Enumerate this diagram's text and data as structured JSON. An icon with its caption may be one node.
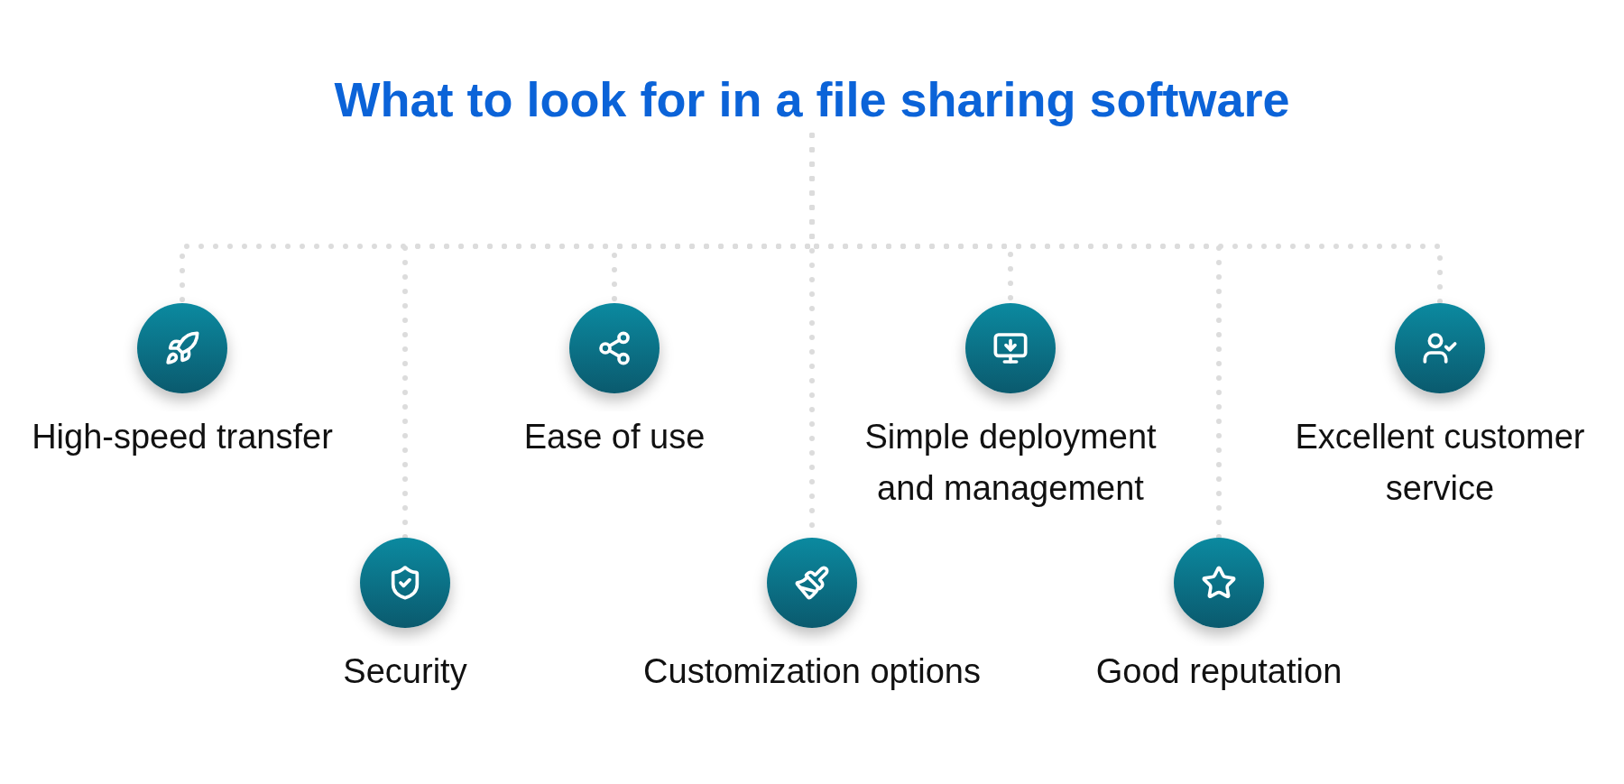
{
  "diagram": {
    "nodes": [
      {
        "text": [
          "What to look for in a file sharing software"
        ]
      },
      {
        "text": [
          "High-speed transfer"
        ]
      },
      {
        "text": [
          "Security"
        ]
      },
      {
        "text": [
          "Ease of use"
        ]
      },
      {
        "text": [
          "Customization options"
        ]
      },
      {
        "text": [
          "Simple deployment and management"
        ]
      },
      {
        "text": [
          "Good reputation"
        ]
      },
      {
        "text": [
          "Excellent customer service"
        ]
      }
    ],
    "edges": [
      {
        "from": 0,
        "to": 1,
        "arrow": "none",
        "style": "dashed"
      },
      {
        "from": 0,
        "to": 2,
        "arrow": "none",
        "style": "dashed"
      },
      {
        "from": 0,
        "to": 3,
        "arrow": "none",
        "style": "dashed"
      },
      {
        "from": 0,
        "to": 4,
        "arrow": "none",
        "style": "dashed"
      },
      {
        "from": 0,
        "to": 5,
        "arrow": "none",
        "style": "dashed"
      },
      {
        "from": 0,
        "to": 6,
        "arrow": "none",
        "style": "dashed"
      },
      {
        "from": 0,
        "to": 7,
        "arrow": "none",
        "style": "dashed"
      }
    ]
  }
}
